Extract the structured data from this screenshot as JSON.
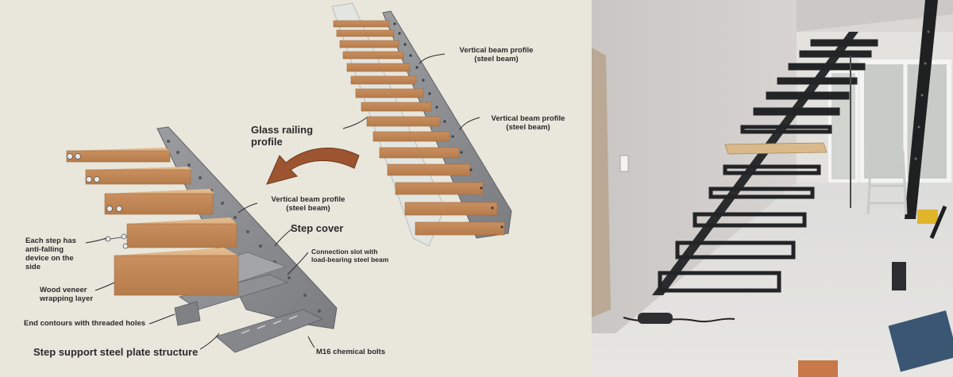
{
  "labels": {
    "vbp_top": {
      "line1": "Vertical beam profile",
      "line2": "(steel beam)"
    },
    "vbp_mid": {
      "line1": "Vertical beam profile",
      "line2": "(steel beam)"
    },
    "vbp_left": {
      "line1": "Vertical beam profile",
      "line2": "(steel beam)"
    },
    "glass_railing": "Glass railing profile",
    "step_cover": "Step cover",
    "connection_slot": {
      "line1": "Connection slot with",
      "line2": "load-bearing steel beam"
    },
    "anti_falling": {
      "line1": "Each step has",
      "line2": "anti-falling",
      "line3": "device on the",
      "line4": "side"
    },
    "wood_veneer": {
      "line1": "Wood veneer",
      "line2": "wrapping layer"
    },
    "end_contours": "End contours with threaded holes",
    "support_plate": "Step support steel plate structure",
    "m16_bolts": "M16 chemical bolts"
  },
  "colors": {
    "background_left": "#e9e6dc",
    "steel": "#8d8f93",
    "wood": "#d9a878",
    "arrow": "#9c5530"
  }
}
